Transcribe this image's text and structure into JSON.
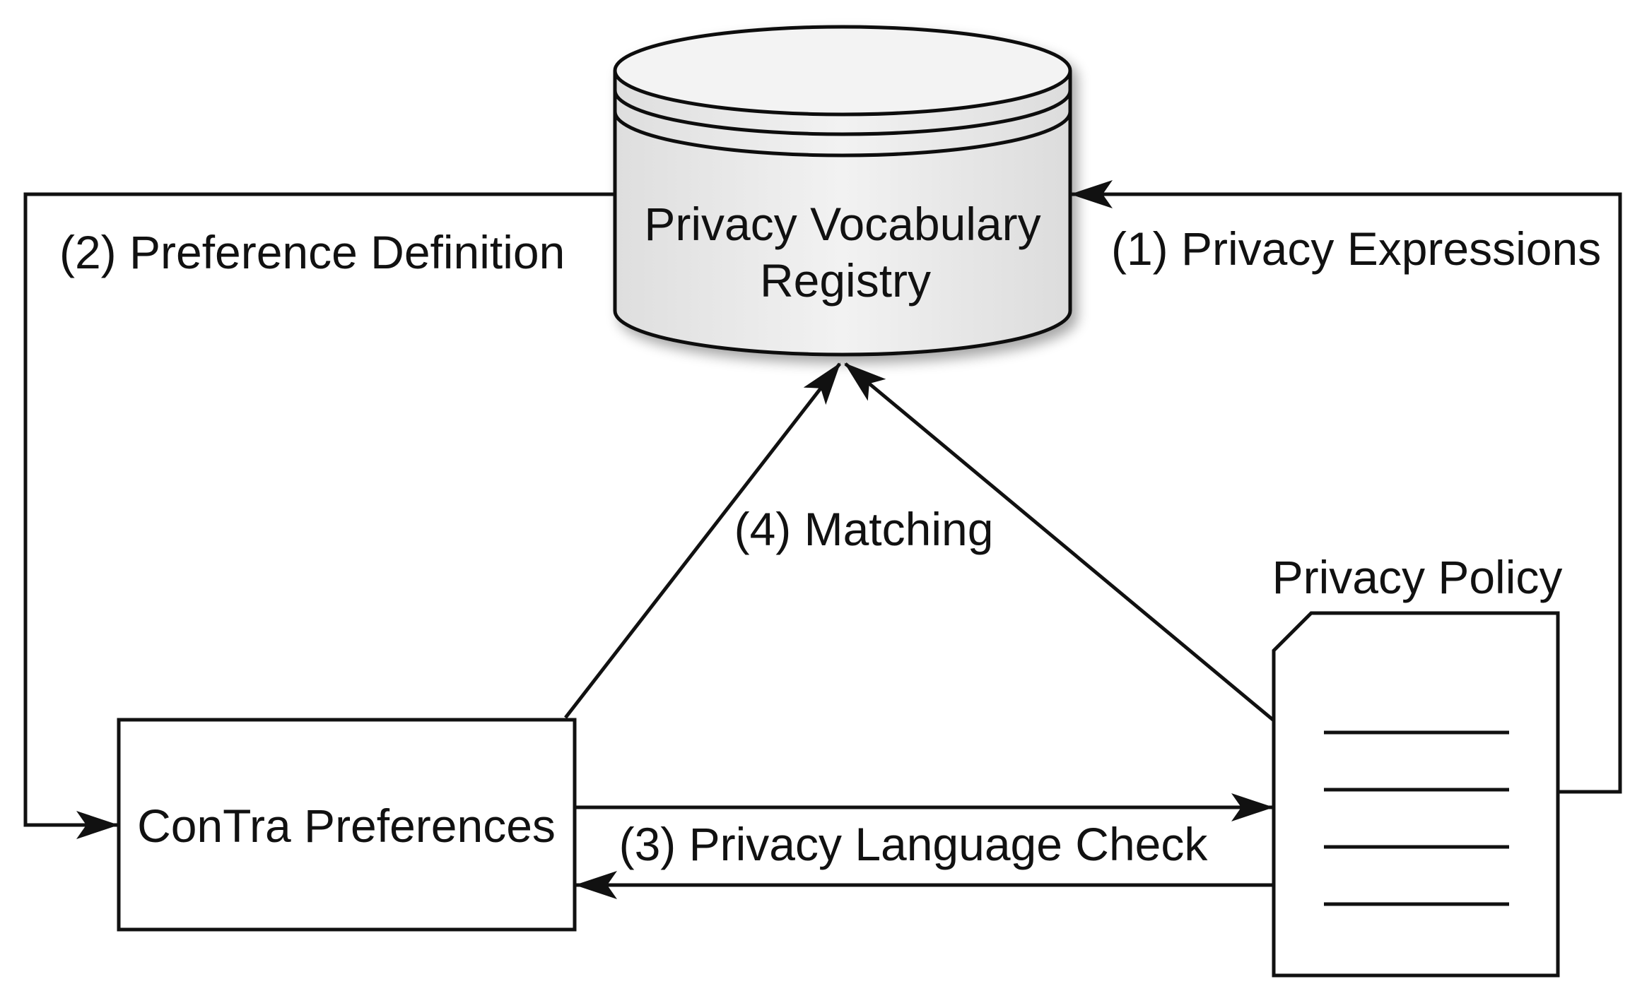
{
  "nodes": {
    "registry": {
      "line1": "Privacy Vocabulary",
      "line2": "Registry"
    },
    "contra": {
      "label": "ConTra Preferences"
    },
    "policy": {
      "title": "Privacy Policy"
    }
  },
  "edges": {
    "step1": "(1) Privacy Expressions",
    "step2": "(2) Preference Definition",
    "step3": "(3) Privacy Language Check",
    "step4": "(4) Matching"
  },
  "colors": {
    "stroke": "#111111",
    "cylinder_fill": "#eaeaea",
    "background": "#ffffff"
  }
}
